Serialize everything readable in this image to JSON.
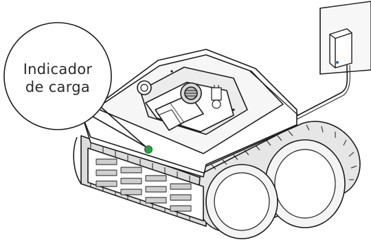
{
  "callout": {
    "line1": "Indicador",
    "line2": "de carga"
  },
  "indicator": {
    "color": "#2e9e48",
    "state": "on"
  },
  "colors": {
    "stroke": "#1a1a1a",
    "body_fill": "#ffffff",
    "tread_fill": "#d9d9d9",
    "panel_fill": "#ececec"
  },
  "icons": [
    "wall-outlet-icon",
    "power-adapter-icon",
    "robot-cleaner-icon"
  ]
}
